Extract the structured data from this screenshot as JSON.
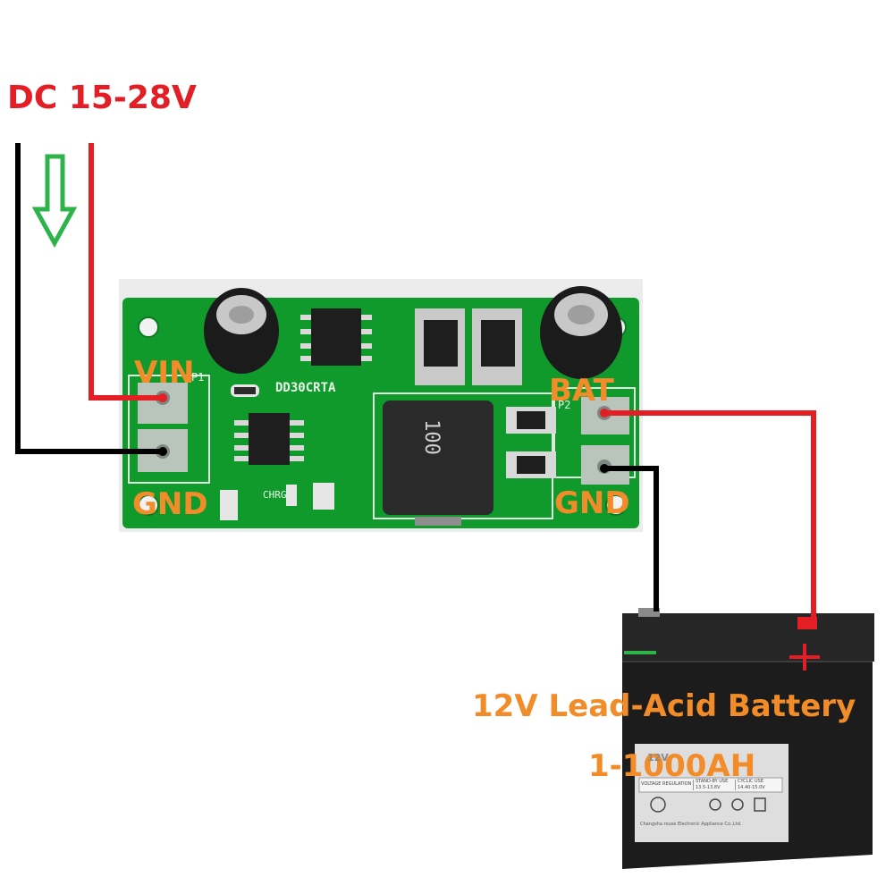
{
  "input": {
    "label": "DC 15-28V"
  },
  "module": {
    "id": "DD30CRTA",
    "inductor_marking": "100",
    "pad_label_in": "P1",
    "pad_label_out": "P2",
    "led_label": "CHRG"
  },
  "terminals": {
    "vin": "VIN",
    "gnd_in": "GND",
    "bat": "BAT",
    "gnd_out": "GND"
  },
  "battery": {
    "title": "12V Lead-Acid Battery",
    "capacity": "1-1000AH",
    "label_brand": "12V",
    "label_row": "VOLTAGE REGULATION",
    "label_standby": "STAND-BY USE",
    "label_cyclic": "CYCLIC USE",
    "label_standby_v": "13.5-13.8V",
    "label_cyclic_v": "14.40-15.0V",
    "label_maker": "Changsha rouse Electronic Appliance Co.,Ltd.",
    "plus_symbol": "+",
    "minus_symbol": "—"
  },
  "colors": {
    "positive_wire": "#e31e24",
    "negative_wire": "#000000",
    "flow_arrow": "#2db34a",
    "pcb": "#119a2c",
    "label_orange": "#f28c28",
    "title_red": "#e31e24"
  }
}
